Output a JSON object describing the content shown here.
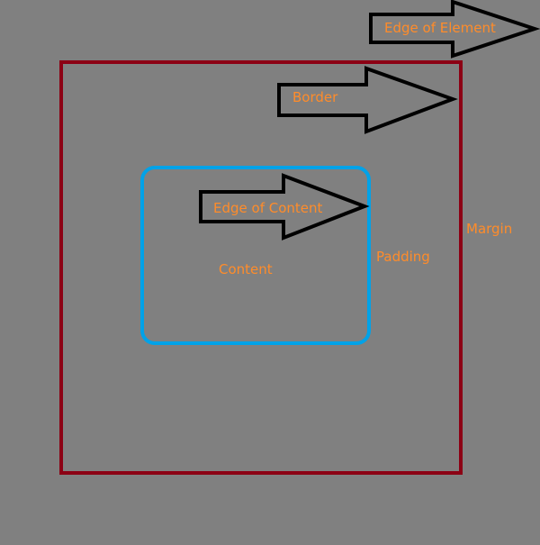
{
  "labels": {
    "edge_of_element": "Edge of Element",
    "border": "Border",
    "edge_of_content": "Edge of Content",
    "content": "Content",
    "padding": "Padding",
    "margin": "Margin"
  },
  "colors": {
    "background": "#808080",
    "border_box": "#8c0014",
    "content_box": "#00a2e8",
    "label_text": "#ff8c2a",
    "arrow_outline": "#000000"
  }
}
